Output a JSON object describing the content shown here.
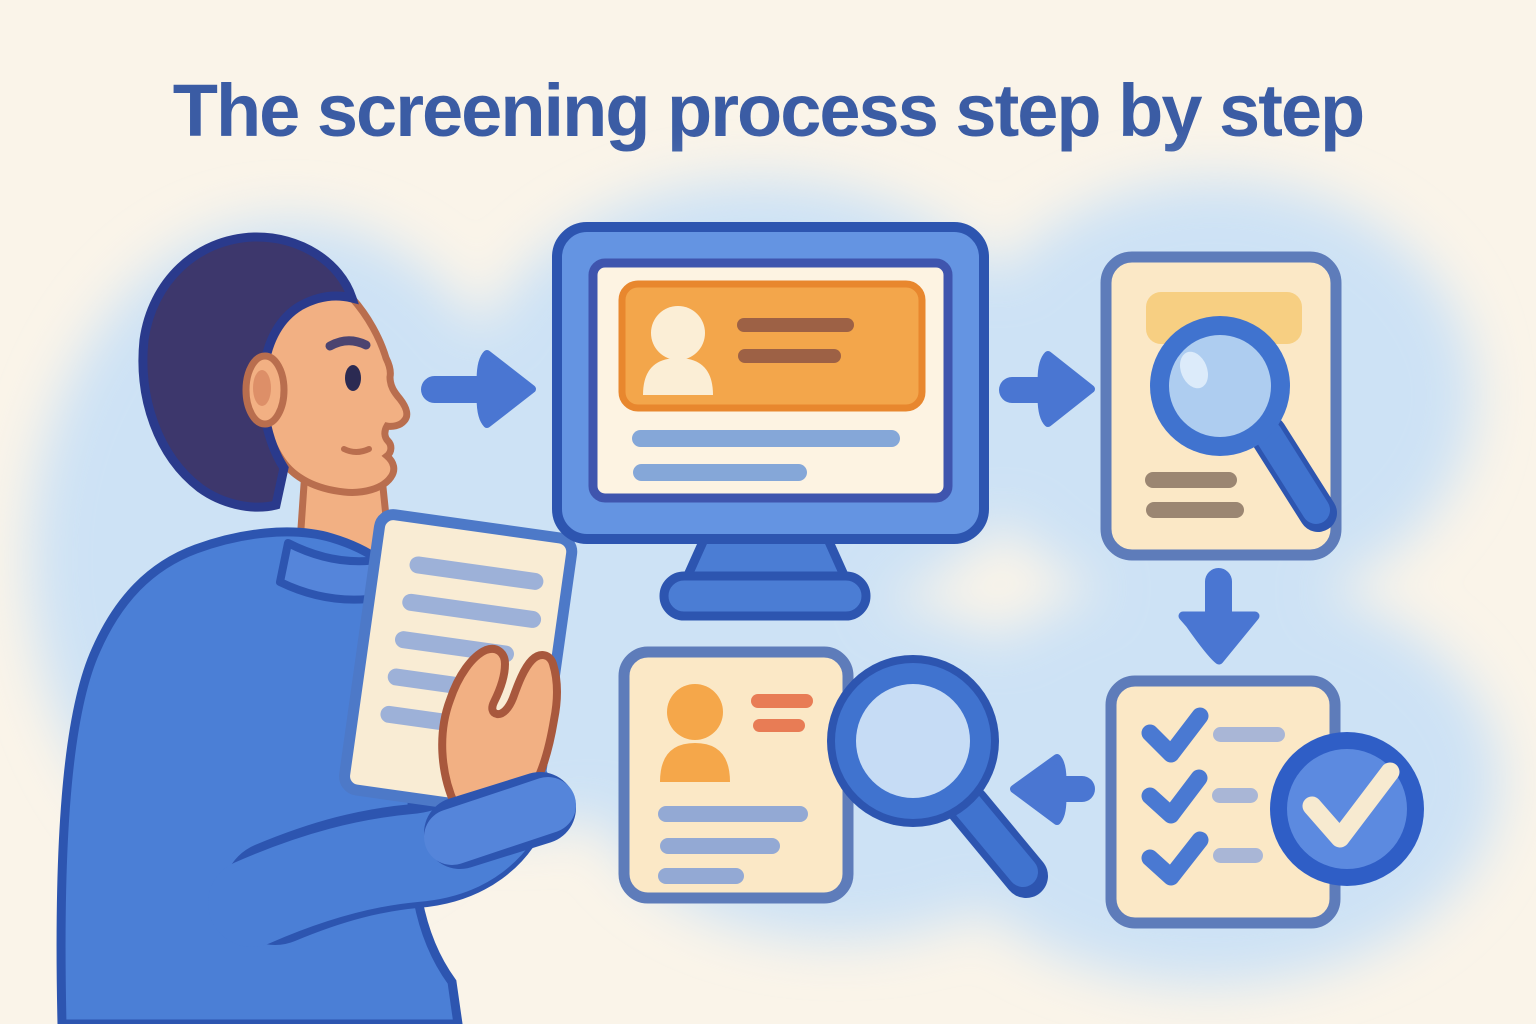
{
  "title": {
    "text": "The screening process step by step"
  },
  "palette": {
    "bg_cream": "#faf4e9",
    "wash_blue": "#cde2f5",
    "title_blue": "#3b5ca4",
    "outline_blue": "#2d55b0",
    "mid_blue": "#4b7dd4",
    "light_blue": "#6494e2",
    "arrow_blue": "#4a76d2",
    "screen_cream": "#fdf3e2",
    "screen_border": "#3f55ae",
    "card_orange": "#f3a64b",
    "card_orange_border": "#e8872e",
    "avatar_cream": "#fbeed6",
    "card_line_brown": "#9d6145",
    "screen_line_blue": "#85a7d8",
    "doc_cream": "#fbe8c6",
    "doc_border": "#5e7cba",
    "doc_bar_yellow": "#f7cf82",
    "doc_line_taupe": "#9b8672",
    "ring_blue": "#4073cf",
    "lens_blue": "#aecdf0",
    "lens_light": "#c6dcf5",
    "lens_highlight": "#dcebfa",
    "check_blue": "#4a79d2",
    "check_line": "#a9b6d6",
    "badge_outer": "#2f5ec6",
    "badge_inner": "#5c8ae0",
    "badge_check_cream": "#f7ead0",
    "cv_avatar_orange": "#f5a74a",
    "cv_line_red": "#e87c55",
    "cv_line_blue": "#93a9d4",
    "skin": "#f2b083",
    "skin_shadow": "#dd8f68",
    "skin_outline": "#b96e4e",
    "hand_outline": "#a8583d",
    "hair_navy": "#3d376c",
    "hair_outline": "#2a3a8c",
    "sweater_blue": "#4b7fd6",
    "sweater_light": "#5585da",
    "paper_cream": "#f9ecd4",
    "paper_border": "#4d79c8",
    "paper_line_blue": "#9db1d8",
    "eye_navy": "#2b2a52",
    "brow_plum": "#4c4470"
  },
  "illustration": {
    "person": "recruiter-reading-document",
    "steps": [
      "monitor-profile-card",
      "document-magnifier-review",
      "checklist-approved",
      "cv-magnifier-review"
    ],
    "arrows": [
      "arrow-right",
      "arrow-right",
      "arrow-down",
      "arrow-left"
    ]
  }
}
